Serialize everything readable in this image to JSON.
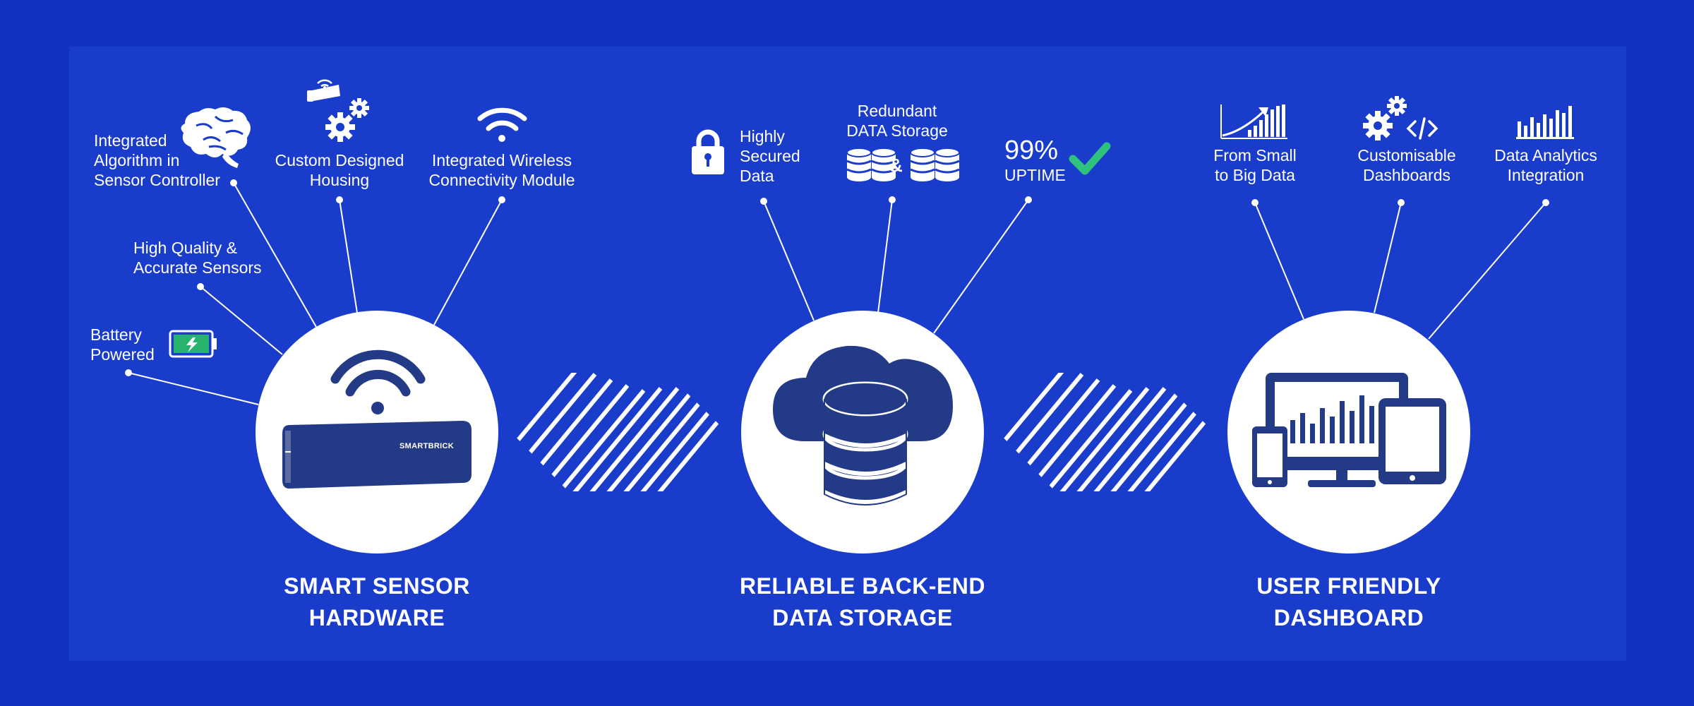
{
  "sections": [
    {
      "title": "SMART SENSOR\nHARDWARE",
      "features": [
        {
          "label": "Integrated\nAlgorithm in\nSensor Controller",
          "icon": "brain-icon"
        },
        {
          "label": "Custom Designed\nHousing",
          "icon": "housing-gears-icon"
        },
        {
          "label": "Integrated Wireless\nConnectivity Module",
          "icon": "wifi-icon"
        },
        {
          "label": "High Quality &\nAccurate Sensors",
          "icon": ""
        },
        {
          "label": "Battery\nPowered",
          "icon": "battery-icon"
        }
      ],
      "device_brand": "SMARTBRICK",
      "circle_icon": "sensor-device-icon"
    },
    {
      "title": "RELIABLE BACK-END\nDATA STORAGE",
      "features": [
        {
          "label": "Highly\nSecured\nData",
          "icon": "lock-icon"
        },
        {
          "label": "Redundant\nDATA Storage",
          "icon": "database-stack-icon",
          "joiner": "&"
        },
        {
          "value": "99%",
          "label": "UPTIME",
          "icon": "checkmark-icon"
        }
      ],
      "circle_icon": "cloud-database-icon"
    },
    {
      "title": "USER FRIENDLY\nDASHBOARD",
      "features": [
        {
          "label": "From Small\nto Big Data",
          "icon": "growth-chart-icon"
        },
        {
          "label": "Customisable\nDashboards",
          "icon": "gears-code-icon"
        },
        {
          "label": "Data Analytics\nIntegration",
          "icon": "bar-chart-icon"
        }
      ],
      "circle_icon": "multi-device-icon"
    }
  ],
  "colors": {
    "background": "#1232c0",
    "panel": "#1a3ccb",
    "navy": "#233a86",
    "check": "#2ec27e",
    "battery": "#27b36b"
  }
}
